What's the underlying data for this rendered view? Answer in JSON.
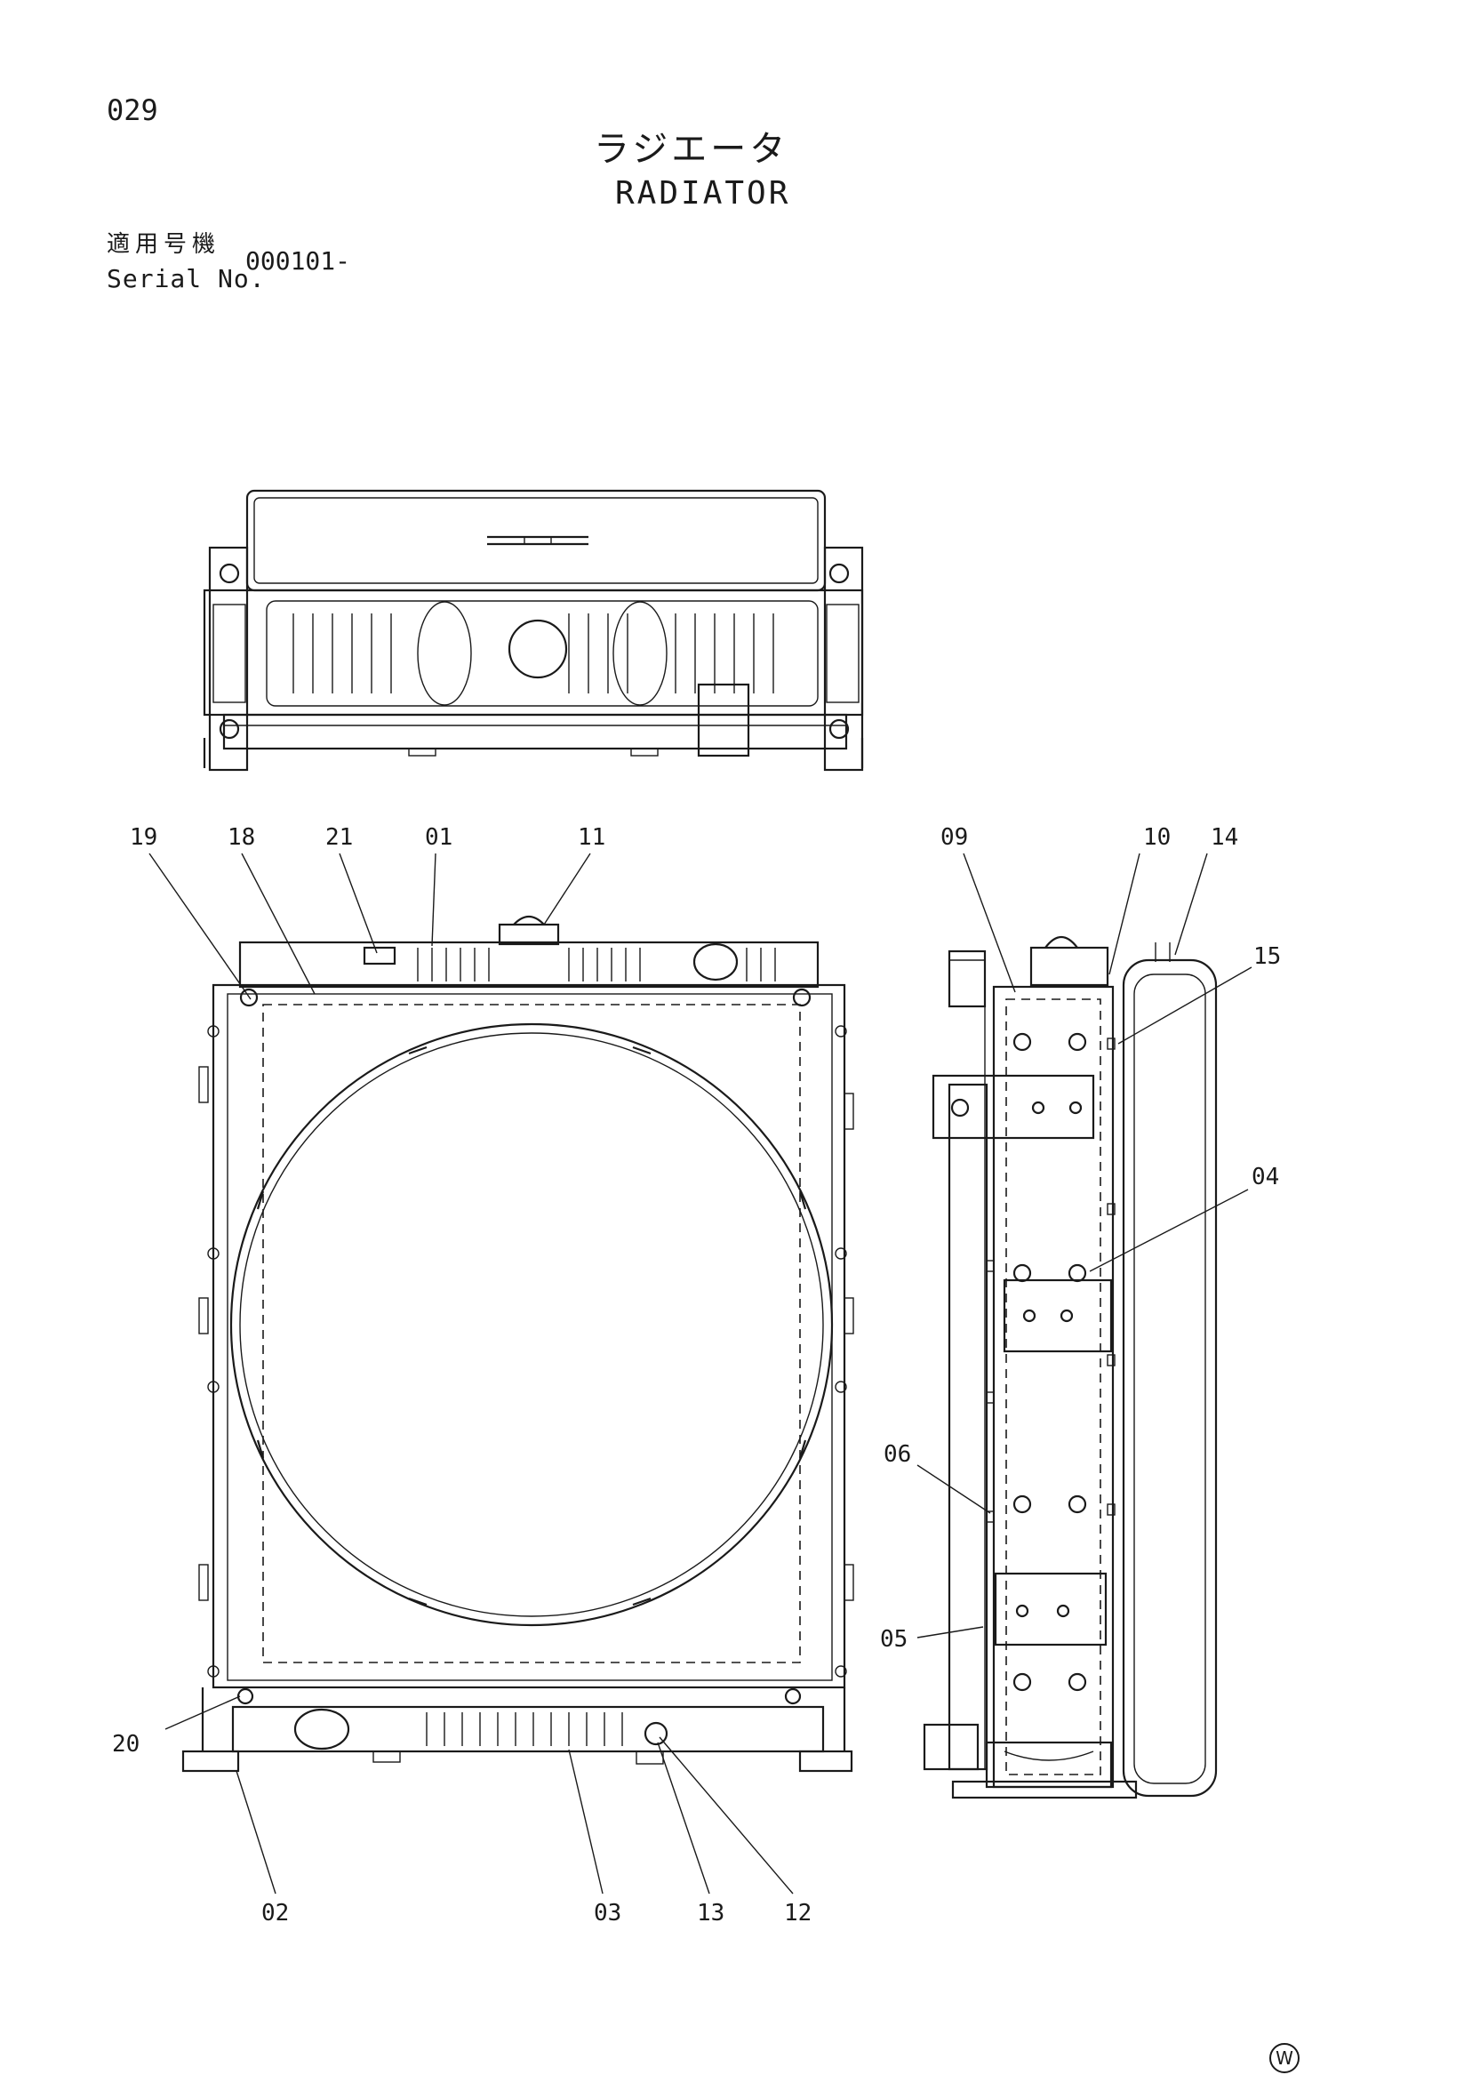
{
  "page": {
    "number": "029",
    "title_ja": "ラジエータ",
    "title_en": "RADIATOR",
    "serial_label_ja": "適用号機",
    "serial_label_en": "Serial No.",
    "serial_value": "000101-",
    "watermark": "W"
  },
  "callouts": {
    "front": [
      "19",
      "18",
      "21",
      "01",
      "11",
      "20",
      "02",
      "03",
      "13",
      "12"
    ],
    "side": [
      "09",
      "10",
      "14",
      "15",
      "04",
      "06",
      "05"
    ]
  }
}
